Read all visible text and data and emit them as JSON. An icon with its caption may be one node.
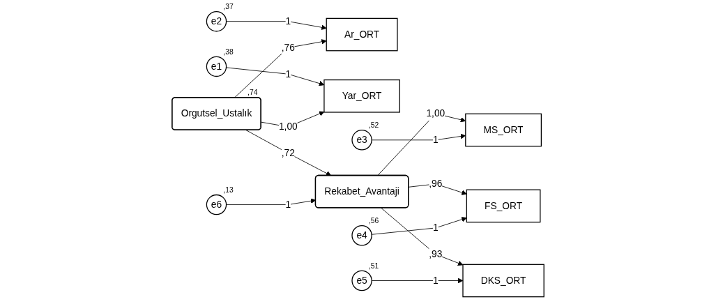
{
  "diagram": {
    "nodes": [
      {
        "text": [
          "e2"
        ],
        "beside": [
          ",37"
        ]
      },
      {
        "text": [
          "Ar_ORT"
        ]
      },
      {
        "text": [
          "e1"
        ],
        "beside": [
          ",38"
        ]
      },
      {
        "text": [
          "Yar_ORT"
        ]
      },
      {
        "text": [
          "Orgutsel_Ustalık"
        ],
        "beside": [
          ",74"
        ]
      },
      {
        "text": [
          "e6"
        ],
        "beside": [
          ",13"
        ]
      },
      {
        "text": [
          "Rekabet_Avantaji"
        ]
      },
      {
        "text": [
          "MS_ORT"
        ]
      },
      {
        "text": [
          "e3"
        ],
        "beside": [
          ",52"
        ]
      },
      {
        "text": [
          "FS_ORT"
        ]
      },
      {
        "text": [
          "e4"
        ],
        "beside": [
          ",56"
        ]
      },
      {
        "text": [
          "DKS_ORT"
        ]
      },
      {
        "text": [
          "e5"
        ],
        "beside": [
          ",51"
        ]
      }
    ],
    "edges": [
      {
        "from": 0,
        "to": 1,
        "arrow": "to",
        "label": "1"
      },
      {
        "from": 4,
        "to": 1,
        "arrow": "to",
        "label": ",76"
      },
      {
        "from": 2,
        "to": 3,
        "arrow": "to",
        "label": "1"
      },
      {
        "from": 4,
        "to": 3,
        "arrow": "to",
        "label": "1,00"
      },
      {
        "from": 4,
        "to": 6,
        "arrow": "to",
        "label": ",72"
      },
      {
        "from": 5,
        "to": 6,
        "arrow": "to",
        "label": "1"
      },
      {
        "from": 6,
        "to": 7,
        "arrow": "to",
        "label": "1,00"
      },
      {
        "from": 8,
        "to": 7,
        "arrow": "to",
        "label": "1"
      },
      {
        "from": 6,
        "to": 9,
        "arrow": "to",
        "label": ",96"
      },
      {
        "from": 10,
        "to": 9,
        "arrow": "to",
        "label": "1"
      },
      {
        "from": 6,
        "to": 11,
        "arrow": "to",
        "label": ",93"
      },
      {
        "from": 12,
        "to": 11,
        "arrow": "to",
        "label": "1"
      }
    ]
  }
}
